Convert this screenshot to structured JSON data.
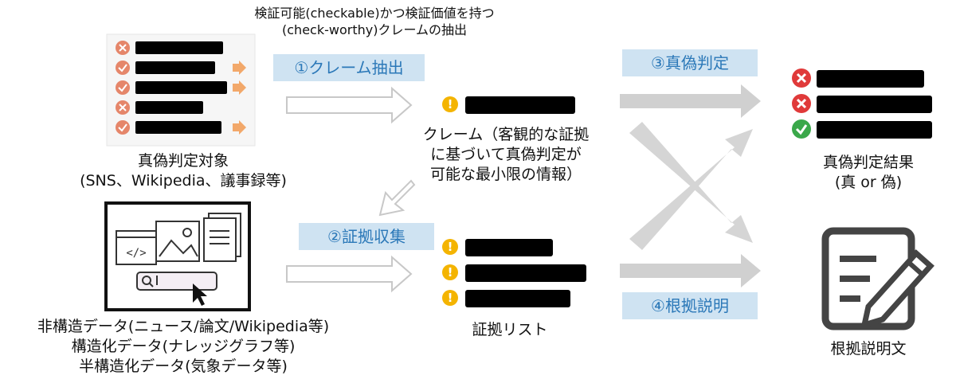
{
  "top_note": {
    "line1": "検証可能(checkable)かつ検証価値を持つ",
    "line2": "(check-worthy)クレームの抽出"
  },
  "steps": {
    "s1": "①クレーム抽出",
    "s2": "②証拠収集",
    "s3": "③真偽判定",
    "s4": "④根拠説明"
  },
  "source": {
    "line1": "真偽判定対象",
    "line2": "(SNS、Wikipedia、議事録等)"
  },
  "claim": {
    "line1": "クレーム（客観的な証拠",
    "line2": "に基づいて真偽判定が",
    "line3": "可能な最小限の情報）"
  },
  "evidence_sources": {
    "line1": "非構造データ(ニュース/論文/Wikipedia等)",
    "line2": "構造化データ(ナレッジグラフ等)",
    "line3": "半構造化データ(気象データ等)"
  },
  "evidence_list_label": "証拠リスト",
  "result": {
    "line1": "真偽判定結果",
    "line2": "(真 or 偽)"
  },
  "explanation_label": "根拠説明文",
  "colors": {
    "step_bg": "#cfe3f2",
    "step_text": "#2b78b8",
    "arrow_fill": "#d0d0d0",
    "warning": "#f4b400",
    "false_mark": "#e03a3a",
    "true_mark": "#3aa84a",
    "source_mark": "#e5866a",
    "source_arrow": "#f2a86a"
  },
  "icons": [
    "x-circle-icon",
    "check-circle-icon",
    "warning-icon",
    "code-icon",
    "image-icon",
    "document-icon",
    "search-icon",
    "cursor-icon",
    "edit-document-icon"
  ]
}
